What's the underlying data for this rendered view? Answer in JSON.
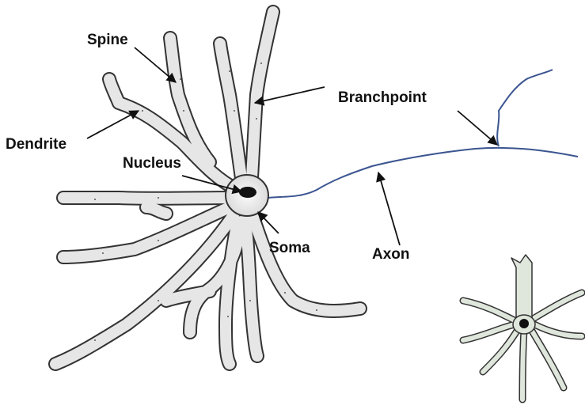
{
  "labels": {
    "spine": "Spine",
    "dendrite": "Dendrite",
    "nucleus": "Nucleus",
    "soma": "Soma",
    "branchpoint": "Branchpoint",
    "axon": "Axon"
  },
  "colors": {
    "cell_fill": "#e6e6e6",
    "cell_stroke": "#333333",
    "axon": "#3b5590",
    "nucleus": "#111111",
    "small_cell_fill": "#dfe6dc"
  }
}
